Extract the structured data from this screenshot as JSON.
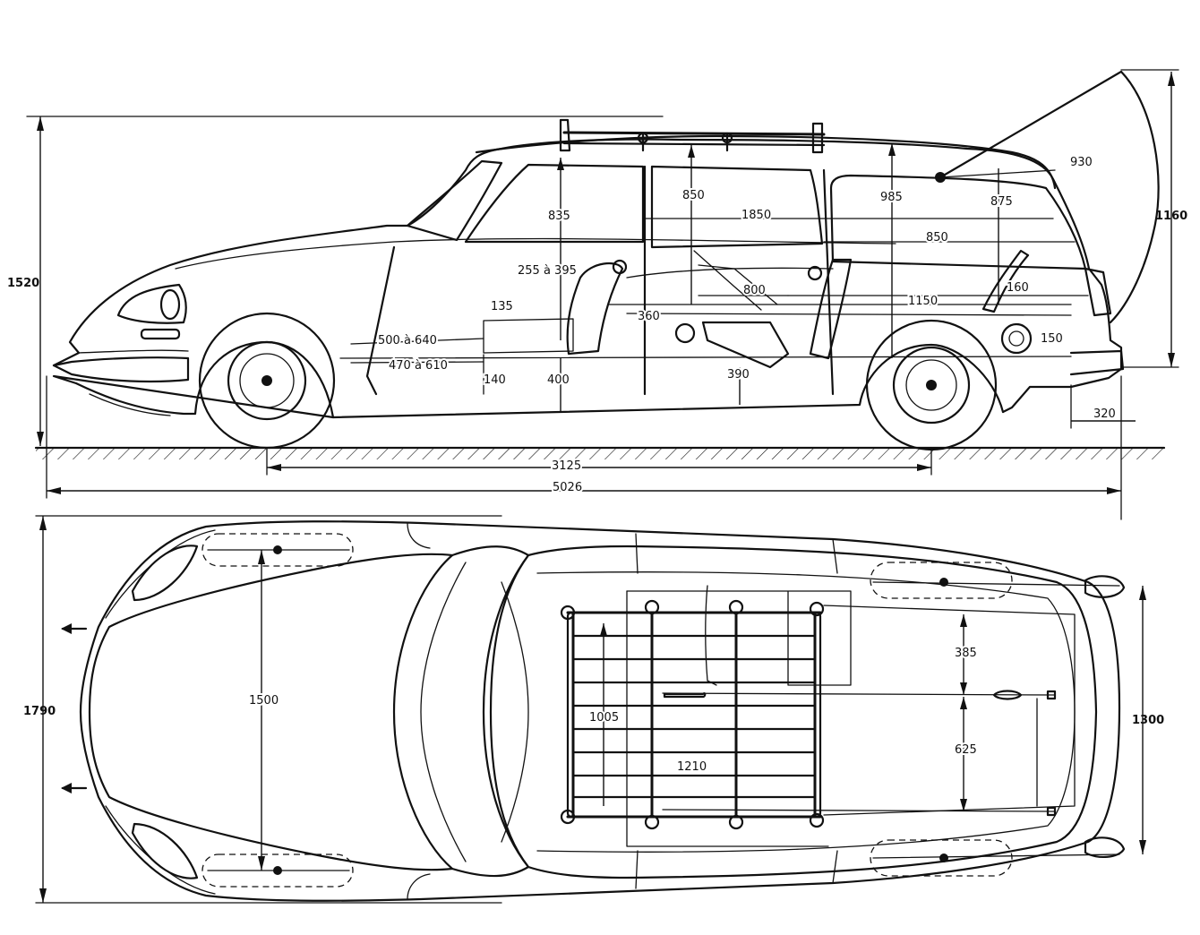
{
  "dimensions": {
    "overall_height": "1520",
    "rear_hatch_height": "1160",
    "interior_height_front": "835",
    "interior_height_mid": "850",
    "interior_height_rear": "985",
    "rear_seat_height": "875",
    "hatch_radius": "930",
    "load_length": "1850",
    "rear_load_length": "850",
    "seat_length": "800",
    "floor_length": "1150",
    "rear_step": "160",
    "rear_floor": "150",
    "seat_travel": "255 à 395",
    "seat_cushion": "135",
    "seat_gap": "360",
    "pedal_reach_upper": "500 à 640",
    "pedal_reach_lower": "470 à 610",
    "footwell": "140",
    "front_floor_height": "400",
    "rear_floor_height": "390",
    "rear_overhang": "320",
    "wheelbase": "3125",
    "overall_length": "5026",
    "overall_width": "1790",
    "front_track": "1500",
    "rear_track_width": "1300",
    "rack_width": "1005",
    "rack_length": "1210",
    "load_width_upper": "385",
    "load_width_lower": "625"
  }
}
